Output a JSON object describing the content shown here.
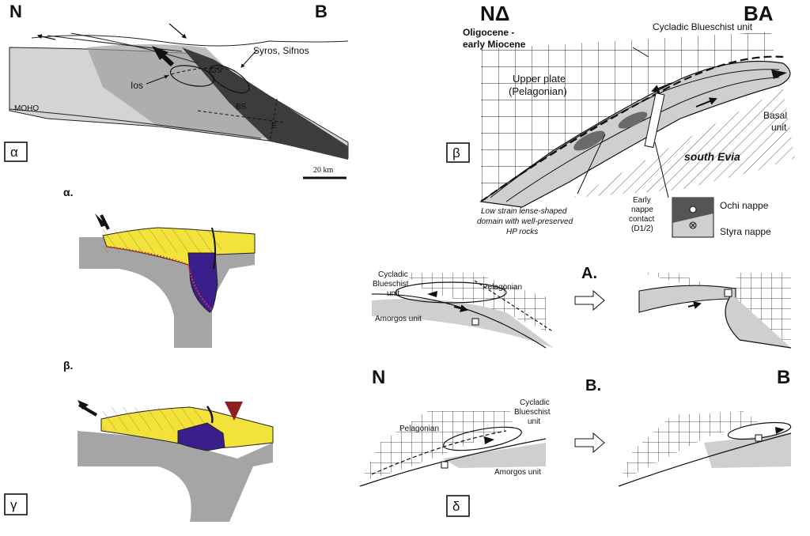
{
  "panel_a": {
    "corner_left": "N",
    "corner_right": "B",
    "syros_sifnos": "Syros, Sifnos",
    "gs": "GS",
    "ios": "Ios",
    "bs": "BS",
    "moho": "MOHO",
    "e": "E",
    "scale": "20 km",
    "tag": "α"
  },
  "panel_b": {
    "corner_left": "ΝΔ",
    "corner_right": "ΒΑ",
    "oligocene_line1": "Oligocene -",
    "oligocene_line2": "early Miocene",
    "cycladic": "Cycladic Blueschist unit",
    "upper_plate_line1": "Upper plate",
    "upper_plate_line2": "(Pelagonian)",
    "basal_line1": "Basal",
    "basal_line2": "unit",
    "south_evia": "south Evia",
    "low_strain_line1": "Low strain lense-shaped",
    "low_strain_line2": "domain with well-preserved",
    "low_strain_line3": "HP rocks",
    "early_line1": "Early",
    "early_line2": "nappe",
    "early_line3": "contact",
    "early_line4": "(D1/2)",
    "ochi": "Ochi nappe",
    "styra": "Styra nappe",
    "tag": "β"
  },
  "panel_g": {
    "sub_a": "α.",
    "sub_b": "β.",
    "tag": "γ"
  },
  "panel_d": {
    "a_label": "A.",
    "b_label": "B.",
    "cycladic_line1": "Cycladic",
    "cycladic_line2": "Blueschist",
    "cycladic_line3": "unit",
    "pelagonian": "Pelagonian",
    "amorgos": "Amorgos unit",
    "n_corner": "N",
    "b_corner": "B",
    "tag": "δ"
  },
  "colors": {
    "gray": "#c8c8c8",
    "dark": "#3c3c3c",
    "yellow": "#f2e23a",
    "purple": "#3a1f8c",
    "red": "#8e1f1f"
  }
}
